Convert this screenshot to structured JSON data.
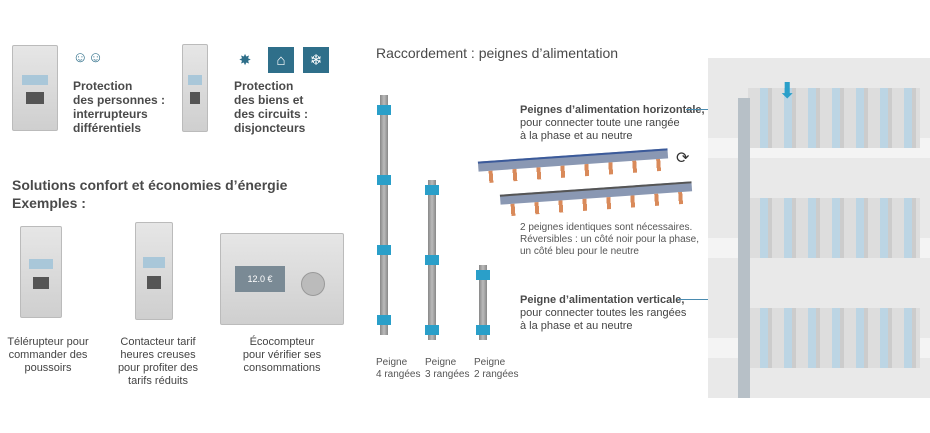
{
  "protection": {
    "persons": [
      "Protection",
      "des personnes :",
      "interrupteurs",
      "différentiels"
    ],
    "goods": [
      "Protection",
      "des biens et",
      "des circuits :",
      "disjoncteurs"
    ]
  },
  "icons": {
    "persons": "family-icon",
    "goods": [
      "lightbulb-icon",
      "kitchen-icon",
      "freezer-icon"
    ]
  },
  "comfort": {
    "title": "Solutions confort et économies d’énergie",
    "subtitle": "Exemples :",
    "items": [
      {
        "lines": [
          "Télérupteur pour",
          "commander des",
          "poussoirs"
        ]
      },
      {
        "lines": [
          "Contacteur tarif",
          "heures creuses",
          "pour profiter des",
          "tarifs réduits"
        ]
      },
      {
        "lines": [
          "Écocompteur",
          "pour vérifier ses",
          "consommations"
        ]
      }
    ],
    "screen": "12.0 €"
  },
  "raccordement": {
    "title": "Raccordement : peignes d’alimentation",
    "combs": [
      {
        "a": "Peigne",
        "b": "4 rangées"
      },
      {
        "a": "Peigne",
        "b": "3 rangées"
      },
      {
        "a": "Peigne",
        "b": "2 rangées"
      }
    ],
    "horizontal": {
      "title": "Peignes d’alimentation horizontale,",
      "lines": [
        "pour connecter toute une rangée",
        "à la phase et au neutre"
      ]
    },
    "note": [
      "2 peignes identiques sont nécessaires.",
      "Réversibles : un côté noir pour la phase,",
      "un côté bleu pour le neutre"
    ],
    "vertical": {
      "title": "Peigne d’alimentation verticale,",
      "lines": [
        "pour connecter toutes les rangées",
        "à la phase et au neutre"
      ]
    }
  }
}
